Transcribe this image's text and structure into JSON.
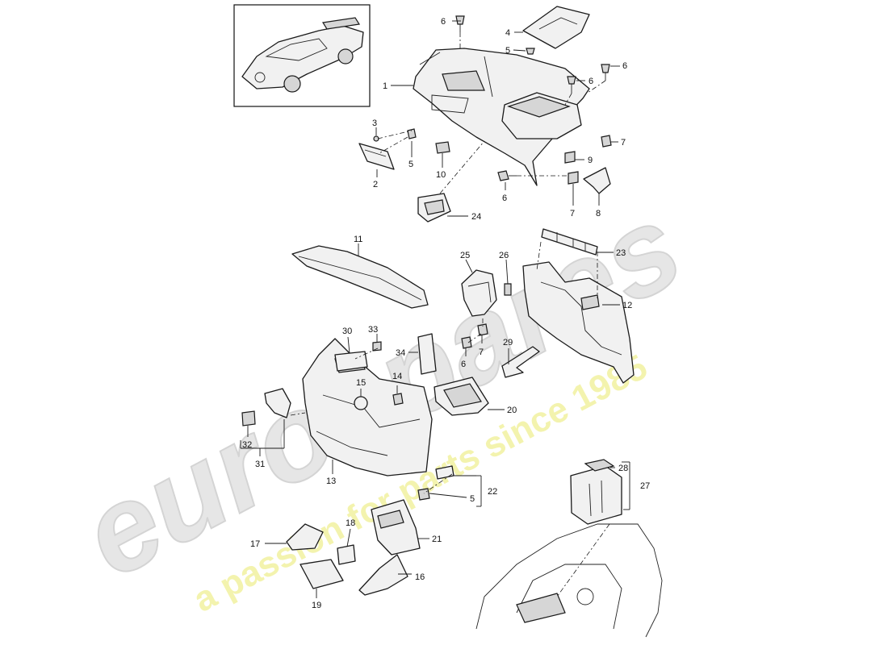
{
  "watermark": {
    "brand": "eurospares",
    "tagline": "a passion for parts since 1985"
  },
  "callouts": [
    "1",
    "2",
    "3",
    "4",
    "5",
    "5",
    "5",
    "6",
    "6",
    "6",
    "6",
    "6",
    "7",
    "7",
    "7",
    "8",
    "9",
    "10",
    "11",
    "12",
    "13",
    "14",
    "15",
    "16",
    "17",
    "18",
    "19",
    "20",
    "21",
    "22",
    "23",
    "24",
    "25",
    "26",
    "27",
    "28",
    "29",
    "30",
    "31",
    "32",
    "33",
    "34"
  ],
  "colors": {
    "line": "#1a1a1a",
    "fill": "#f1f1f1",
    "watermark_gray": "#e6e6e6",
    "watermark_yellow": "#f2f2a0"
  }
}
